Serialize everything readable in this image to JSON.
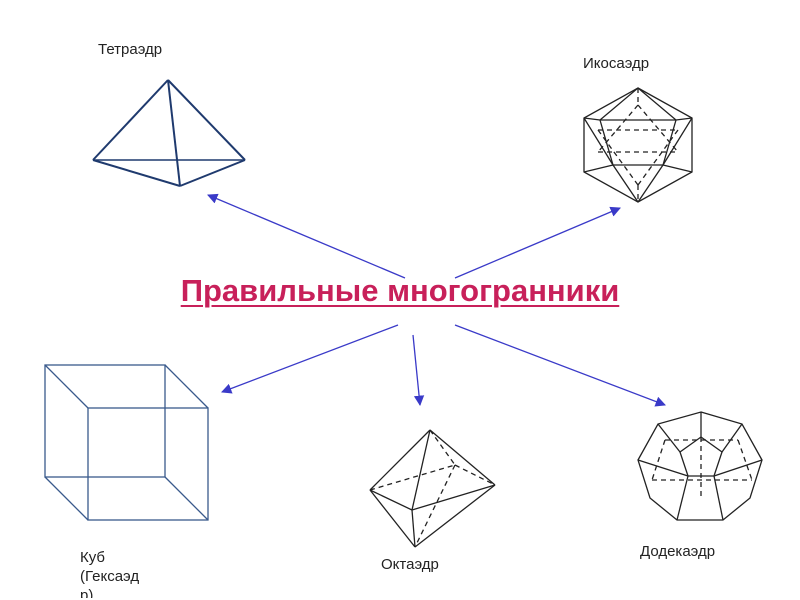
{
  "title": "Правильные многогранники",
  "colors": {
    "title": "#c8205a",
    "arrow": "#3a3ac8",
    "cube": "#3a5a8c",
    "tetra": "#1f3a6e",
    "edge": "#222222"
  },
  "shapes": {
    "tetrahedron": "Тетраэдр",
    "icosahedron": "Икосаэдр",
    "cube": "Куб",
    "cube_alt": "(Гексаэд",
    "cube_alt_cut": "р)",
    "octahedron": "Октаэдр",
    "dodecahedron": "Додекаэдр"
  }
}
